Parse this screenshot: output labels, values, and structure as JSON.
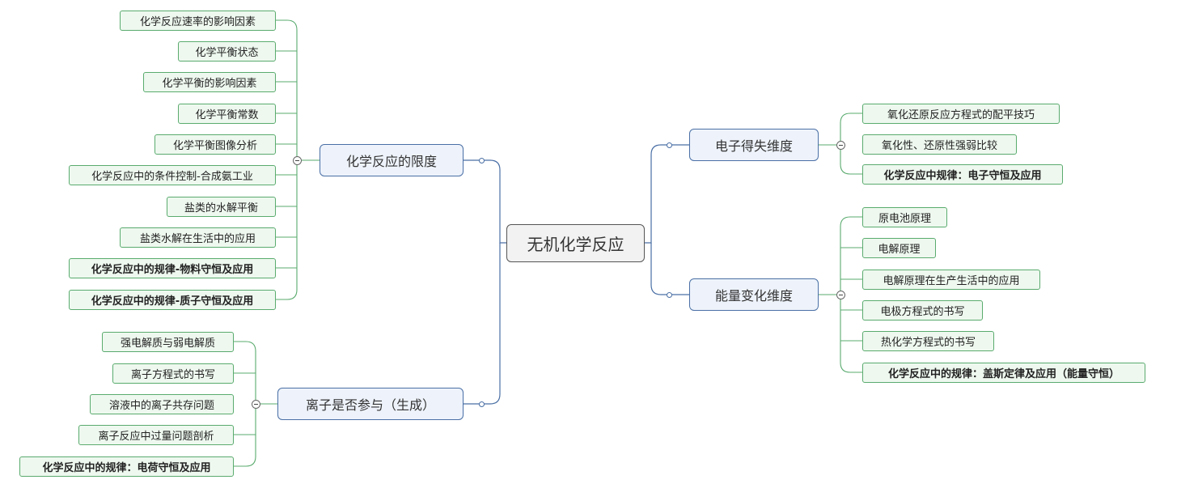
{
  "root": {
    "label": "无机化学反应"
  },
  "branches": {
    "limit": {
      "label": "化学反应的限度",
      "items": [
        "化学反应速率的影响因素",
        "化学平衡状态",
        "化学平衡的影响因素",
        "化学平衡常数",
        "化学平衡图像分析",
        "化学反应中的条件控制-合成氨工业",
        "盐类的水解平衡",
        "盐类水解在生活中的应用",
        "化学反应中的规律-物料守恒及应用",
        "化学反应中的规律-质子守恒及应用"
      ]
    },
    "ion": {
      "label": "离子是否参与（生成）",
      "items": [
        "强电解质与弱电解质",
        "离子方程式的书写",
        "溶液中的离子共存问题",
        "离子反应中过量问题剖析",
        "化学反应中的规律：电荷守恒及应用"
      ]
    },
    "electron": {
      "label": "电子得失维度",
      "items": [
        "氧化还原反应方程式的配平技巧",
        "氧化性、还原性强弱比较",
        "化学反应中规律：电子守恒及应用"
      ]
    },
    "energy": {
      "label": "能量变化维度",
      "items": [
        "原电池原理",
        "电解原理",
        "电解原理在生产生活中的应用",
        "电极方程式的书写",
        "热化学方程式的书写",
        "化学反应中的规律：盖斯定律及应用（能量守恒）"
      ]
    }
  },
  "colors": {
    "root_border": "#555555",
    "main_border": "#4a6fa5",
    "leaf_border": "#5aab6e"
  }
}
